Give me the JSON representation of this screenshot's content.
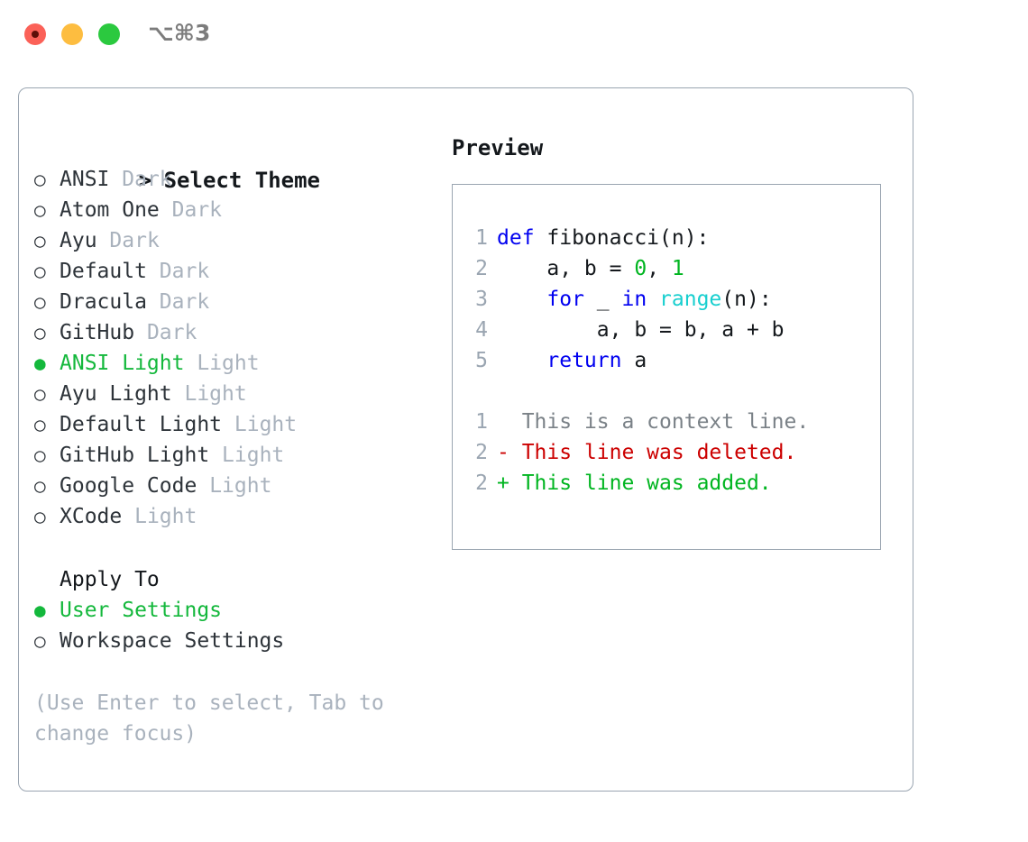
{
  "titlebar": {
    "shortcut": "⌥⌘3",
    "buttons": [
      {
        "name": "close",
        "color": "#fb6158"
      },
      {
        "name": "minimize",
        "color": "#fdbd40"
      },
      {
        "name": "maximize",
        "color": "#2bc93f"
      }
    ]
  },
  "theme_panel": {
    "caret": ">",
    "header": "Select Theme",
    "selected_bullet": "●",
    "unselected_bullet": "○",
    "accent_color": "#14b83c",
    "items": [
      {
        "name": "ANSI",
        "kind": "Dark",
        "selected": false
      },
      {
        "name": "Atom One",
        "kind": "Dark",
        "selected": false
      },
      {
        "name": "Ayu",
        "kind": "Dark",
        "selected": false
      },
      {
        "name": "Default",
        "kind": "Dark",
        "selected": false
      },
      {
        "name": "Dracula",
        "kind": "Dark",
        "selected": false
      },
      {
        "name": "GitHub",
        "kind": "Dark",
        "selected": false
      },
      {
        "name": "ANSI Light",
        "kind": "Light",
        "selected": true
      },
      {
        "name": "Ayu Light",
        "kind": "Light",
        "selected": false
      },
      {
        "name": "Default Light",
        "kind": "Light",
        "selected": false
      },
      {
        "name": "GitHub Light",
        "kind": "Light",
        "selected": false
      },
      {
        "name": "Google Code",
        "kind": "Light",
        "selected": false
      },
      {
        "name": "XCode",
        "kind": "Light",
        "selected": false
      }
    ]
  },
  "apply_to": {
    "title": "Apply To",
    "options": [
      {
        "label": "User Settings",
        "selected": true
      },
      {
        "label": "Workspace Settings",
        "selected": false
      }
    ]
  },
  "hint": "(Use Enter to select, Tab to change focus)",
  "preview": {
    "header": "Preview",
    "code_lines": [
      {
        "no": "1",
        "tokens": [
          {
            "t": "def ",
            "c": "kw"
          },
          {
            "t": "fibonacci(n):",
            "c": "plain"
          }
        ]
      },
      {
        "no": "2",
        "tokens": [
          {
            "t": "    a, b = ",
            "c": "plain"
          },
          {
            "t": "0",
            "c": "num"
          },
          {
            "t": ", ",
            "c": "plain"
          },
          {
            "t": "1",
            "c": "num"
          }
        ]
      },
      {
        "no": "3",
        "tokens": [
          {
            "t": "    ",
            "c": "plain"
          },
          {
            "t": "for",
            "c": "kw"
          },
          {
            "t": " _ ",
            "c": "plain"
          },
          {
            "t": "in",
            "c": "kw"
          },
          {
            "t": " ",
            "c": "plain"
          },
          {
            "t": "range",
            "c": "fn"
          },
          {
            "t": "(n):",
            "c": "plain"
          }
        ]
      },
      {
        "no": "4",
        "tokens": [
          {
            "t": "        a, b = b, a + b",
            "c": "plain"
          }
        ]
      },
      {
        "no": "5",
        "tokens": [
          {
            "t": "    ",
            "c": "plain"
          },
          {
            "t": "return",
            "c": "kw"
          },
          {
            "t": " a",
            "c": "plain"
          }
        ]
      }
    ],
    "diff_lines": [
      {
        "no": "1",
        "marker": " ",
        "text": " This is a context line.",
        "kind": "diff-ctx"
      },
      {
        "no": "2",
        "marker": "-",
        "text": " This line was deleted.",
        "kind": "diff-del"
      },
      {
        "no": "2",
        "marker": "+",
        "text": " This line was added.",
        "kind": "diff-add"
      }
    ]
  }
}
